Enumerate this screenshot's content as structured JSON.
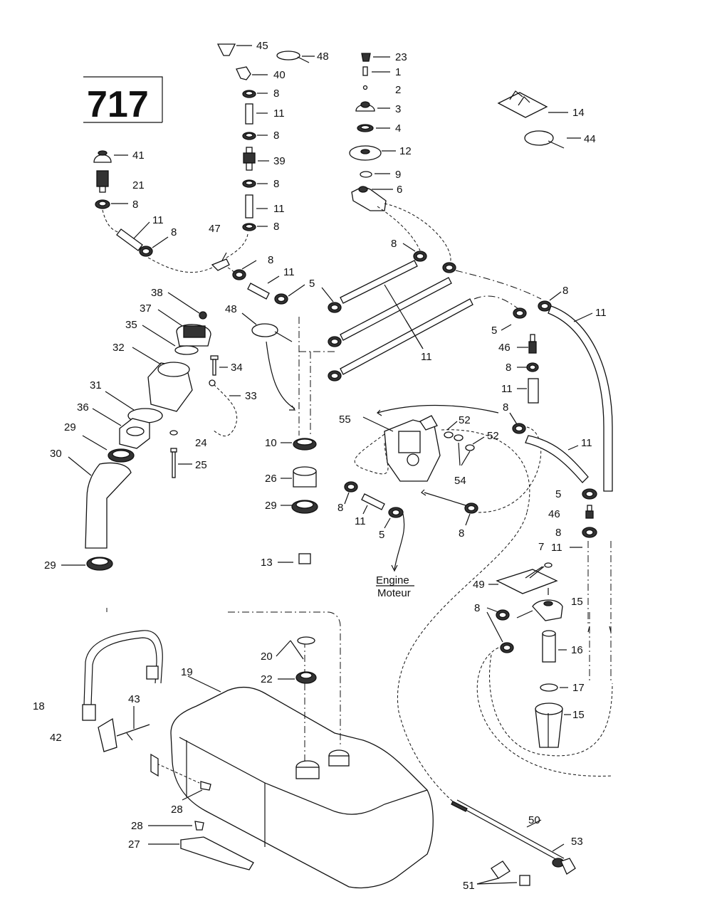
{
  "diagram_number": "717",
  "engine_label": [
    "Engine",
    "Moteur"
  ],
  "callouts": {
    "c45": "45",
    "c48a": "48",
    "c40": "40",
    "c8a": "8",
    "c11a": "11",
    "c8b": "8",
    "c39": "39",
    "c8c": "8",
    "c11b": "11",
    "c8d": "8",
    "c47": "47",
    "c23": "23",
    "c1": "1",
    "c2": "2",
    "c3": "3",
    "c4": "4",
    "c12": "12",
    "c9": "9",
    "c6": "6",
    "c14": "14",
    "c44": "44",
    "c41": "41",
    "c21": "21",
    "c8e": "8",
    "c11c": "11",
    "c8f": "8",
    "c8g": "8",
    "c11d": "11",
    "c5a": "5",
    "c8h": "8",
    "c11e": "11",
    "c8i": "8",
    "c11f": "11",
    "c38": "38",
    "c37": "37",
    "c35": "35",
    "c32": "32",
    "c34": "34",
    "c31": "31",
    "c33": "33",
    "c36": "36",
    "c29a": "29",
    "c24": "24",
    "c30": "30",
    "c25": "25",
    "c29b": "29",
    "c48b": "48",
    "c10": "10",
    "c26": "26",
    "c29c": "29",
    "c13": "13",
    "c5b": "5",
    "c46a": "46",
    "c8j": "8",
    "c11g": "11",
    "c8k": "8",
    "c11h": "11",
    "c55": "55",
    "c52a": "52",
    "c52b": "52",
    "c54": "54",
    "c8l": "8",
    "c11i": "11",
    "c5c": "5",
    "c8m": "8",
    "c5d": "5",
    "c46b": "46",
    "c8n": "8",
    "c11j": "11",
    "c7": "7",
    "c49": "49",
    "c8o": "8",
    "c15a": "15",
    "c16": "16",
    "c17": "17",
    "c15b": "15",
    "c20": "20",
    "c22": "22",
    "c19": "19",
    "c18": "18",
    "c43": "43",
    "c42": "42",
    "c28a": "28",
    "c28b": "28",
    "c27": "27",
    "c50": "50",
    "c53": "53",
    "c51": "51"
  }
}
